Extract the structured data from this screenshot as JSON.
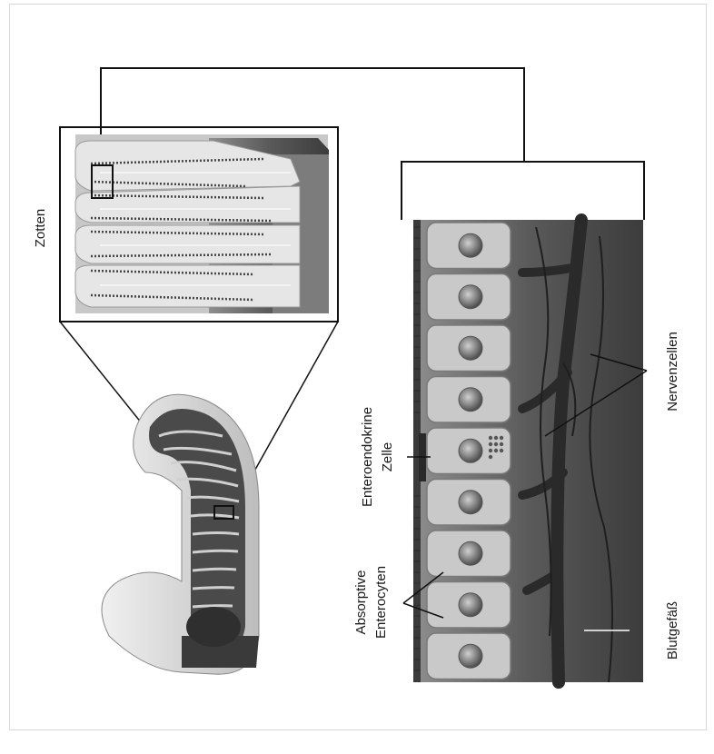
{
  "labels": {
    "villi": "Zotten",
    "enteroendocrine_line1": "Enteroendokrine",
    "enteroendocrine_line2": "Zelle",
    "absorptive_line1": "Absorptive",
    "absorptive_line2": "Enterocyten",
    "nerve_cells": "Nervenzellen",
    "blood_vessel": "Blutgefäß"
  },
  "colors": {
    "line": "#111111",
    "cell_fill": "#c9c9c9",
    "tissue_dark": "#4a4a4a",
    "tissue_light": "#9a9a9a",
    "villus_fill": "#d8d8d8",
    "intestine_light": "#dcdcdc",
    "intestine_dark": "#3a3a3a"
  }
}
